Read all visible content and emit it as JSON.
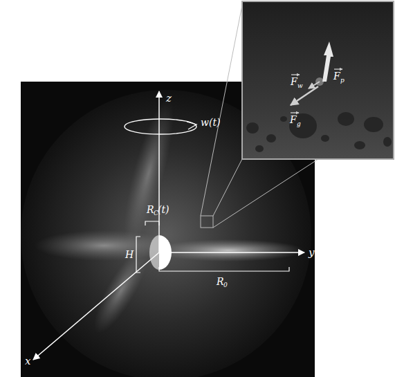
{
  "diagram": {
    "labels": [
      "z",
      "w(t)",
      "R",
      "C",
      "(t)",
      "H",
      "y",
      "R",
      "0",
      "x",
      "F",
      "w",
      "F",
      "p",
      "F",
      "g"
    ]
  }
}
